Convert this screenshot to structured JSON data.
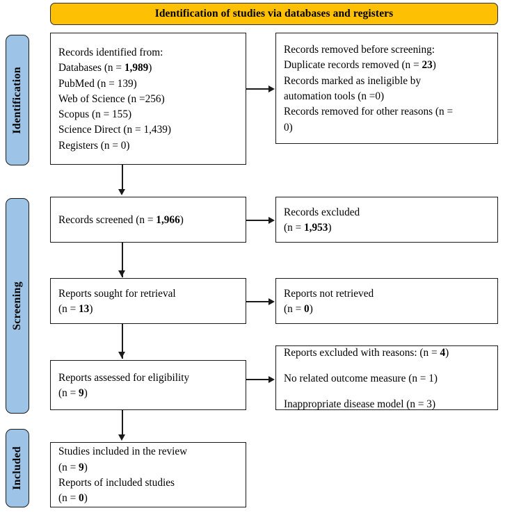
{
  "diagram": {
    "title": "Identification of studies via databases and registers",
    "colors": {
      "banner_bg": "#FDC003",
      "side_label_bg": "#9DC3E6",
      "box_border": "#1a1a1a",
      "box_bg": "#ffffff"
    },
    "phases": [
      {
        "id": "identification",
        "label": "Identification"
      },
      {
        "id": "screening",
        "label": "Screening"
      },
      {
        "id": "included",
        "label": "Included"
      }
    ],
    "boxes": {
      "records_identified": {
        "lines": [
          "Records identified from:",
          "Databases (n = <b>1,989</b>)",
          "PubMed (n = 139)",
          "Web of Science (n =256)",
          "Scopus (n = 155)",
          "Science Direct (n = 1,439)",
          "Registers (n = 0)"
        ]
      },
      "records_removed": {
        "lines": [
          "Records removed before screening:",
          "Duplicate records removed (n = <b>23</b>)",
          "Records marked as ineligible by",
          "automation tools (n =0)",
          "Records removed for other reasons (n =",
          "0)"
        ]
      },
      "records_screened": {
        "lines": [
          "Records screened (n = <b>1,966</b>)"
        ]
      },
      "records_excluded": {
        "lines": [
          "Records excluded",
          "(n = <b>1,953</b>)"
        ]
      },
      "reports_sought": {
        "lines": [
          "Reports sought for retrieval",
          "(n = <b>13</b>)"
        ]
      },
      "reports_not_retrieved": {
        "lines": [
          "Reports not retrieved",
          "(n = <b>0</b>)"
        ]
      },
      "reports_assessed": {
        "lines": [
          "Reports assessed for eligibility",
          "(n = <b>9</b>)"
        ]
      },
      "reports_excluded_reasons": {
        "lines": [
          "Reports excluded with reasons: (n = <b>4</b>)",
          "No related outcome measure (n = 1)",
          "Inappropriate disease model (n = 3)"
        ]
      },
      "studies_included": {
        "lines": [
          "Studies included in the review",
          "(n = <b>9</b>)",
          "Reports of included studies",
          "(n = <b>0</b>)"
        ]
      }
    }
  },
  "chart_data": {
    "type": "diagram",
    "title": "Identification of studies via databases and registers",
    "flow": [
      {
        "stage": "Records identified from Databases",
        "n": 1989
      },
      {
        "stage": "PubMed",
        "n": 139
      },
      {
        "stage": "Web of Science",
        "n": 256
      },
      {
        "stage": "Scopus",
        "n": 155
      },
      {
        "stage": "Science Direct",
        "n": 1439
      },
      {
        "stage": "Registers",
        "n": 0
      },
      {
        "stage": "Duplicate records removed",
        "n": 23
      },
      {
        "stage": "Records marked as ineligible by automation tools",
        "n": 0
      },
      {
        "stage": "Records removed for other reasons",
        "n": 0
      },
      {
        "stage": "Records screened",
        "n": 1966
      },
      {
        "stage": "Records excluded",
        "n": 1953
      },
      {
        "stage": "Reports sought for retrieval",
        "n": 13
      },
      {
        "stage": "Reports not retrieved",
        "n": 0
      },
      {
        "stage": "Reports assessed for eligibility",
        "n": 9
      },
      {
        "stage": "Reports excluded with reasons",
        "n": 4
      },
      {
        "stage": "No related outcome measure",
        "n": 1
      },
      {
        "stage": "Inappropriate disease model",
        "n": 3
      },
      {
        "stage": "Studies included in the review",
        "n": 9
      },
      {
        "stage": "Reports of included studies",
        "n": 0
      }
    ]
  }
}
